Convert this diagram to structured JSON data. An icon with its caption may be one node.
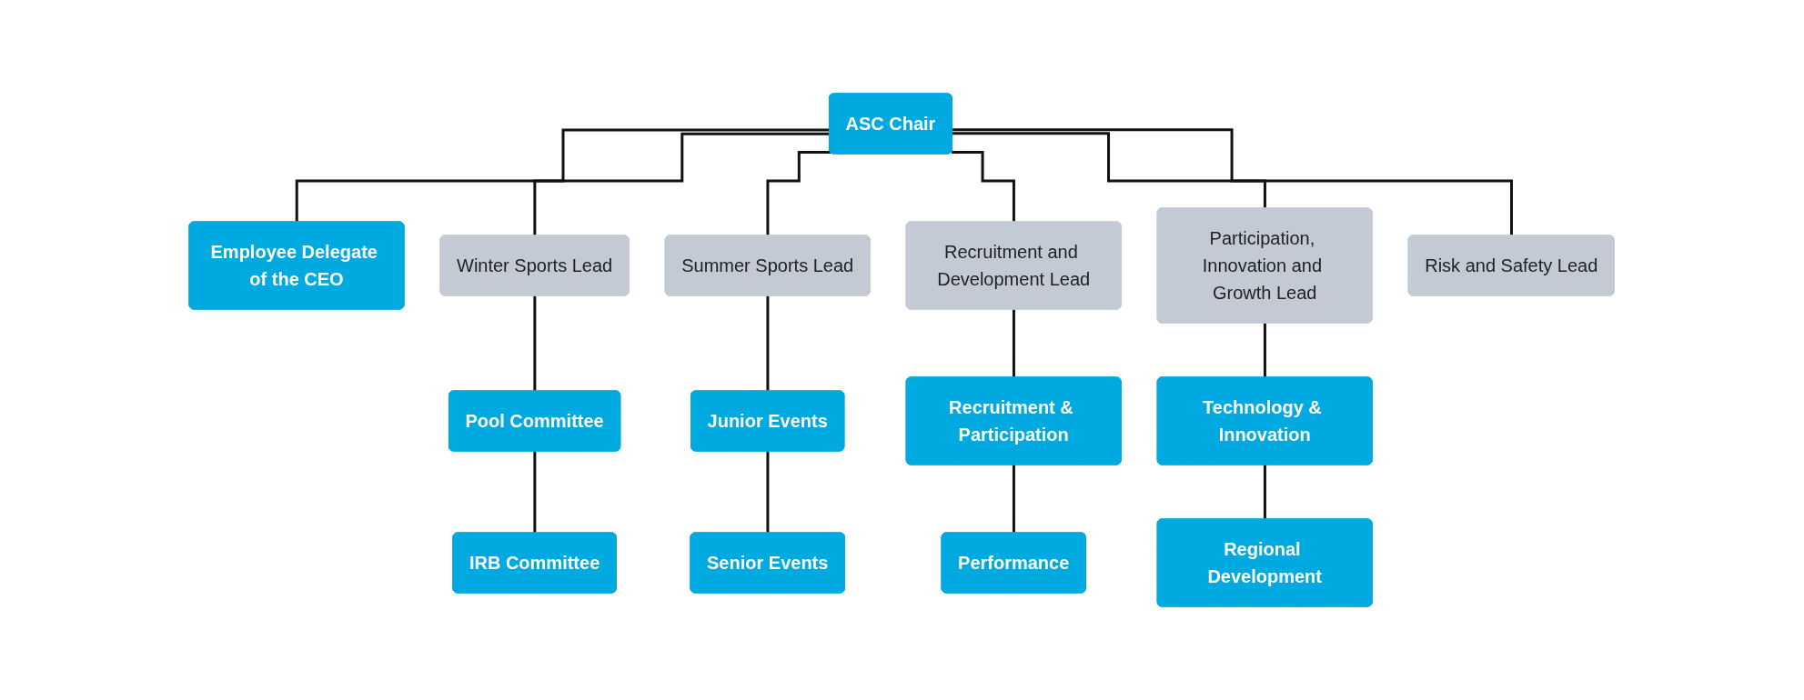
{
  "diagram": {
    "nodes": [
      {
        "text": [
          "ASC Chair"
        ]
      },
      {
        "text": [
          "Employee Delegate of the CEO"
        ]
      },
      {
        "text": [
          "Winter Sports Lead"
        ]
      },
      {
        "text": [
          "Summer Sports Lead"
        ]
      },
      {
        "text": [
          "Recruitment and Development Lead"
        ]
      },
      {
        "text": [
          "Participation, Innovation and Growth Lead"
        ]
      },
      {
        "text": [
          "Risk and Safety Lead"
        ]
      },
      {
        "text": [
          "Pool Committee"
        ]
      },
      {
        "text": [
          "IRB Committee"
        ]
      },
      {
        "text": [
          "Junior Events"
        ]
      },
      {
        "text": [
          "Senior Events"
        ]
      },
      {
        "text": [
          "Recruitment & Participation"
        ]
      },
      {
        "text": [
          "Performance"
        ]
      },
      {
        "text": [
          "Technology & Innovation"
        ]
      },
      {
        "text": [
          "Regional Development"
        ]
      }
    ],
    "edges": [
      {
        "from": 0,
        "to": 1,
        "arrow": "none"
      },
      {
        "from": 0,
        "to": 2,
        "arrow": "none"
      },
      {
        "from": 0,
        "to": 3,
        "arrow": "none"
      },
      {
        "from": 0,
        "to": 4,
        "arrow": "none"
      },
      {
        "from": 0,
        "to": 5,
        "arrow": "none"
      },
      {
        "from": 0,
        "to": 6,
        "arrow": "none"
      },
      {
        "from": 2,
        "to": 7,
        "arrow": "none"
      },
      {
        "from": 7,
        "to": 8,
        "arrow": "none"
      },
      {
        "from": 3,
        "to": 9,
        "arrow": "none"
      },
      {
        "from": 9,
        "to": 10,
        "arrow": "none"
      },
      {
        "from": 4,
        "to": 11,
        "arrow": "none"
      },
      {
        "from": 11,
        "to": 12,
        "arrow": "none"
      },
      {
        "from": 5,
        "to": 13,
        "arrow": "none"
      },
      {
        "from": 13,
        "to": 14,
        "arrow": "none"
      }
    ]
  }
}
